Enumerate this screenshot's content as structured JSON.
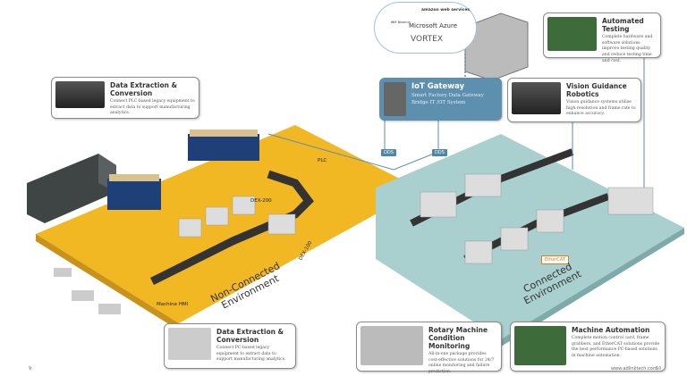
{
  "cloud": {
    "brands": [
      "IBM Bluemix",
      "amazon web services",
      "Microsoft Azure",
      "VORTEX"
    ]
  },
  "callouts": {
    "data_extraction_top": {
      "title": "Data Extraction & Conversion",
      "text": "Connect PLC-based legacy equipment to extract data to support manufacturing analytics."
    },
    "iot_gateway": {
      "title": "IoT Gateway",
      "text": "Smart Factory Data Gateway Bridge IT /OT System"
    },
    "automated_testing": {
      "title": "Automated Testing",
      "text": "Complete hardware and software solutions improve testing quality and reduce testing time and cost."
    },
    "vision_guidance": {
      "title": "Vision Guidance Robotics",
      "text": "Vision guidance systems utilize high resolution and frame rate to enhance accuracy."
    },
    "rotary": {
      "title": "Rotary Machine Condition Monitoring",
      "text": "All-in-one package provides cost-effective solutions for 24/7 online monitoring and failure prediction."
    },
    "machine_automation": {
      "title": "Machine Automation",
      "text": "Complete motion control card, frame grabbers, and EtherCAT solutions provide the best performance PC-based solutions in machine automation."
    },
    "data_extraction_bottom": {
      "title": "Data Extraction & Conversion",
      "text": "Connect PC-based legacy equipment to extract data to support manufacturing analytics."
    }
  },
  "labels": {
    "plc": "PLC",
    "dex200": "DEX-200",
    "dex100": "DEX-100",
    "hmi": "Machine HMI",
    "dds1": "DDS",
    "dds2": "DDS",
    "ethercat": "EtherCAT",
    "non_connected": "Non-Connected Environment",
    "connected": "Connected Environment"
  },
  "footer": {
    "page_left": "9",
    "url": "www.adlinktech.com",
    "page_right": "10"
  },
  "colors": {
    "non_connected": "#f2b824",
    "connected": "#a9cfcf",
    "gateway": "#5d8fae"
  }
}
